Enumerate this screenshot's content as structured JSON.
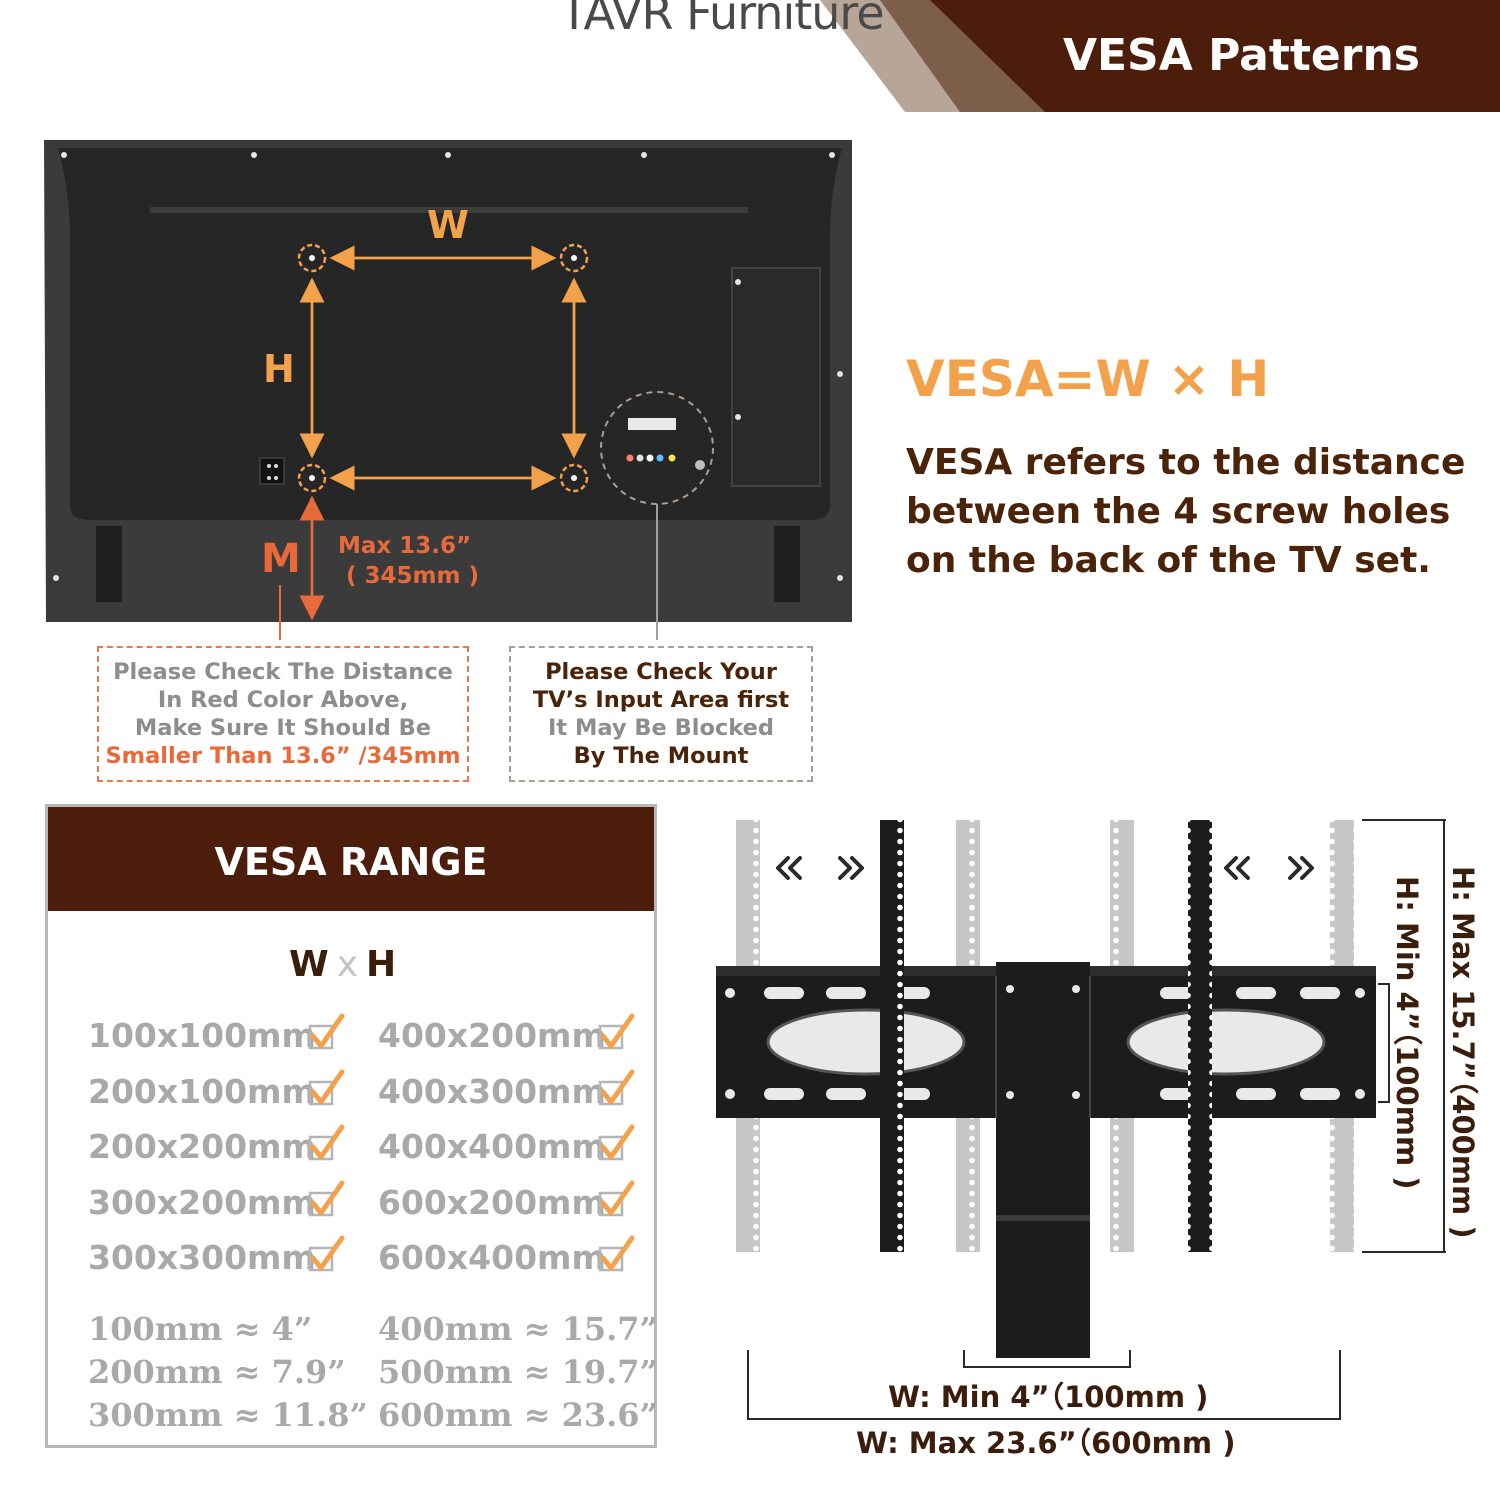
{
  "brand": "TAVR Furniture",
  "banner_title": "VESA Patterns",
  "colors": {
    "brown": "#4b1d0a",
    "orange": "#f3a14a",
    "red_orange": "#e86a3a",
    "gray_text": "#a9a9a9"
  },
  "diagram": {
    "w_label": "W",
    "h_label": "H",
    "m_label": "M",
    "max_line1": "Max  13.6”",
    "max_line2": "( 345mm )"
  },
  "formula": "VESA=W × H",
  "description": "VESA refers to the distance between the 4 screw holes on the back of the TV set.",
  "note_red": {
    "line1": "Please Check The Distance",
    "line2": "In Red Color Above,",
    "line3": "Make Sure It Should Be",
    "line4": "Smaller Than 13.6” /345mm"
  },
  "note_gray": {
    "line1": "Please Check Your",
    "line2": "TV’s Input Area first",
    "line3": "It May Be Blocked",
    "line4": "By The Mount"
  },
  "vesa_range": {
    "title": "VESA RANGE",
    "header_w": "W",
    "header_x": "x",
    "header_h": "H",
    "left_items": [
      "100x100mm",
      "200x100mm",
      "200x200mm",
      "300x200mm",
      "300x300mm"
    ],
    "right_items": [
      "400x200mm",
      "400x300mm",
      "400x400mm",
      "600x200mm",
      "600x400mm"
    ],
    "check_icon": "checkbox-checked-icon",
    "conversions_left": [
      "100mm ≈ 4”",
      "200mm ≈ 7.9”",
      "300mm ≈ 11.8”"
    ],
    "conversions_right": [
      "400mm ≈ 15.7”",
      "500mm ≈ 19.7”",
      "600mm ≈ 23.6”"
    ]
  },
  "mount": {
    "w_min": "W: Min  4”（100mm )",
    "w_max": "W: Max  23.6”（600mm )",
    "h_min": "H: Min  4”（100mm )",
    "h_max": "H: Max  15.7”（400mm )"
  }
}
